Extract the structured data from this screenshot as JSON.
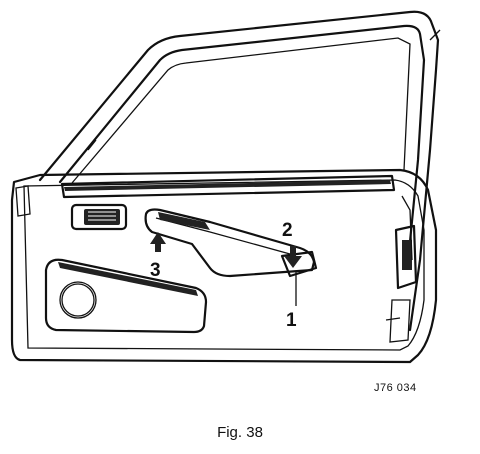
{
  "figure": {
    "callouts": {
      "c1": "1",
      "c2": "2",
      "c3": "3"
    },
    "reference_code": "J76 034",
    "caption": "Fig. 38"
  },
  "icons": [
    "arrow-up-icon",
    "arrow-down-icon"
  ]
}
